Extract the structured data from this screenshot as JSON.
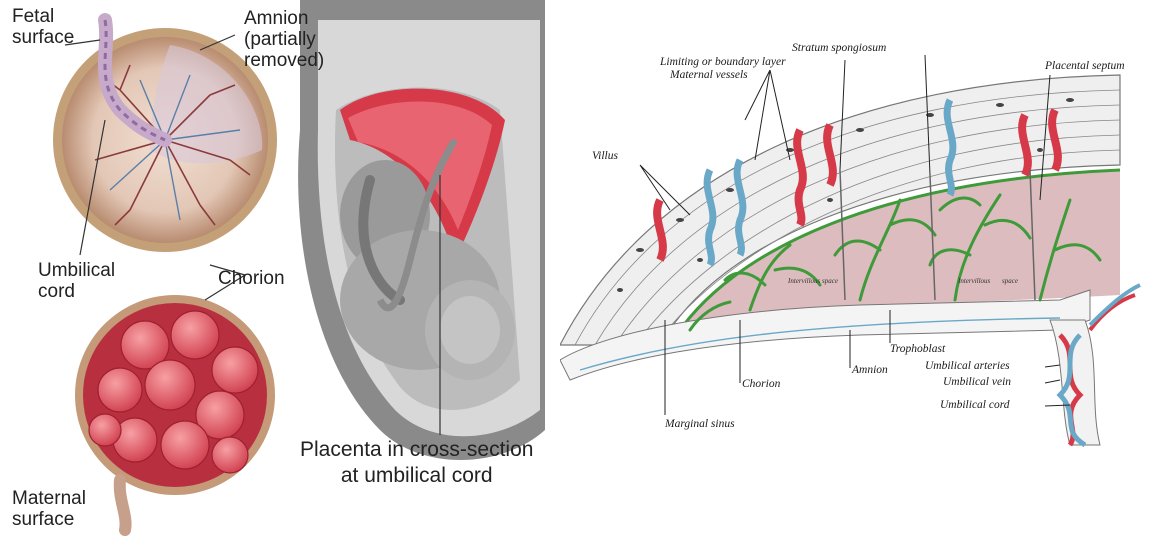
{
  "left_diagram": {
    "fetal_surface": [
      "Fetal",
      "surface"
    ],
    "amnion": [
      "Amnion",
      "(partially",
      "removed)"
    ],
    "umbilical_cord": [
      "Umbilical",
      "cord"
    ],
    "chorion": "Chorion",
    "maternal_surface": [
      "Maternal",
      "surface"
    ],
    "placenta_caption": [
      "Placenta in cross-section",
      "at umbilical cord"
    ]
  },
  "right_diagram": {
    "stratum_spongiosum": "Stratum spongiosum",
    "limiting_layer": "Limiting or boundary layer",
    "maternal_vessels": "Maternal vessels",
    "placental_septum": "Placental septum",
    "villus": "Villus",
    "trophoblast": "Trophoblast",
    "umbilical_arteries": "Umbilical arteries",
    "umbilical_vein": "Umbilical vein",
    "umbilical_cord": "Umbilical cord",
    "amnion": "Amnion",
    "chorion": "Chorion",
    "marginal_sinus": "Marginal sinus",
    "inner_labels": [
      "Intervillous",
      "space",
      "Intervillous",
      "space"
    ]
  },
  "colors": {
    "placenta_red": "#d63a48",
    "vessel_green": "#3f9a3a",
    "vessel_blue": "#6aa8c8",
    "tissue_pink": "#d9b0b4"
  }
}
